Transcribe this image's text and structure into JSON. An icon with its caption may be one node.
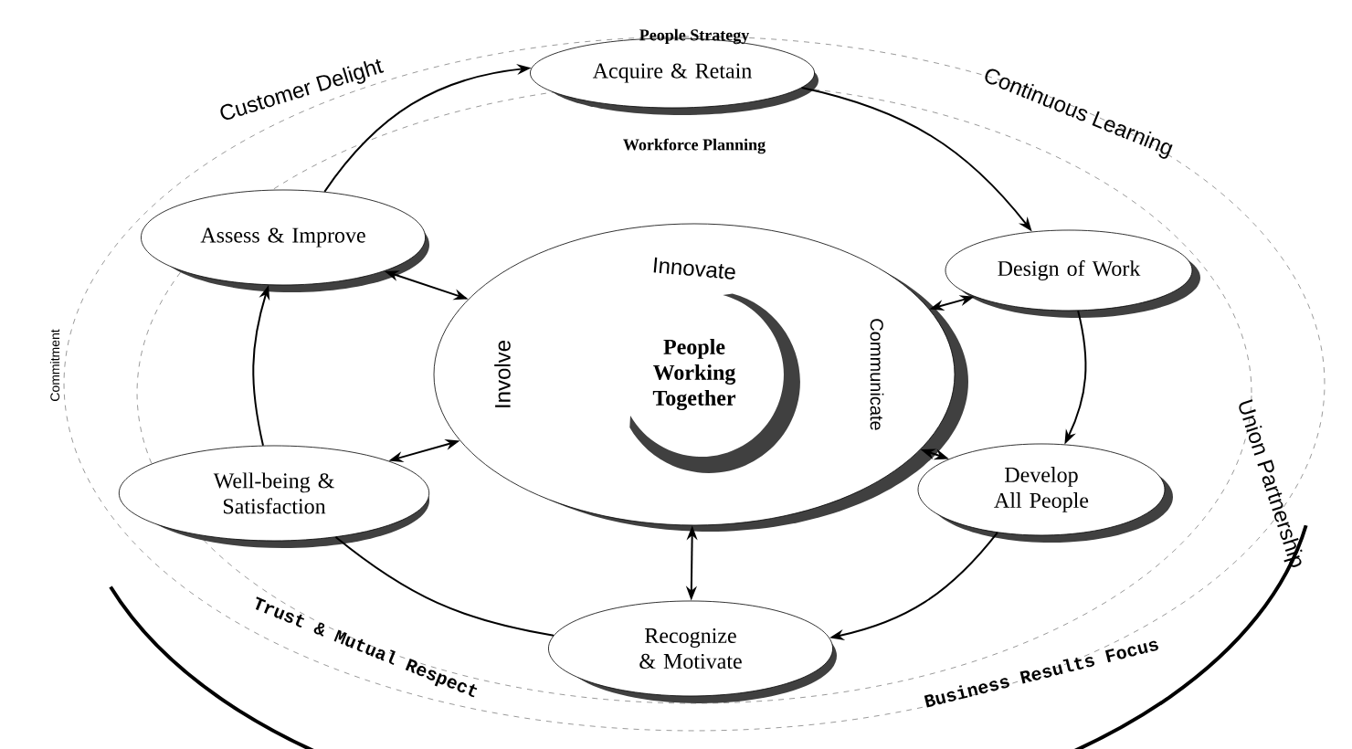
{
  "diagram": {
    "nodes": [
      {
        "text": [
          "Acquire & Retain"
        ]
      },
      {
        "text": [
          "Design of Work"
        ]
      },
      {
        "text": [
          "Develop All People"
        ]
      },
      {
        "text": [
          "Recognize & Motivate"
        ]
      },
      {
        "text": [
          "Well-being & Satisfaction"
        ]
      },
      {
        "text": [
          "Assess & Improve"
        ]
      },
      {
        "text": [
          "Innovate",
          "Involve",
          "Communicate",
          "People Working Together"
        ]
      }
    ],
    "edges": [
      {
        "from": 5,
        "to": 0,
        "arrow": "to"
      },
      {
        "from": 0,
        "to": 1,
        "arrow": "to"
      },
      {
        "from": 1,
        "to": 2,
        "arrow": "to"
      },
      {
        "from": 2,
        "to": 3,
        "arrow": "to"
      },
      {
        "from": 3,
        "to": 4,
        "arrow": "none"
      },
      {
        "from": 4,
        "to": 5,
        "arrow": "to"
      },
      {
        "from": 6,
        "to": 5,
        "arrow": "both"
      },
      {
        "from": 6,
        "to": 1,
        "arrow": "both"
      },
      {
        "from": 6,
        "to": 2,
        "arrow": "both"
      },
      {
        "from": 6,
        "to": 3,
        "arrow": "both"
      },
      {
        "from": 6,
        "to": 4,
        "arrow": "both"
      }
    ],
    "labels": [
      "People Strategy",
      "Customer Delight",
      "Continuous Learning",
      "Workforce Planning",
      "Commitment",
      "Union Partnership",
      "Trust & Mutual Respect",
      "Business Results Focus"
    ]
  }
}
